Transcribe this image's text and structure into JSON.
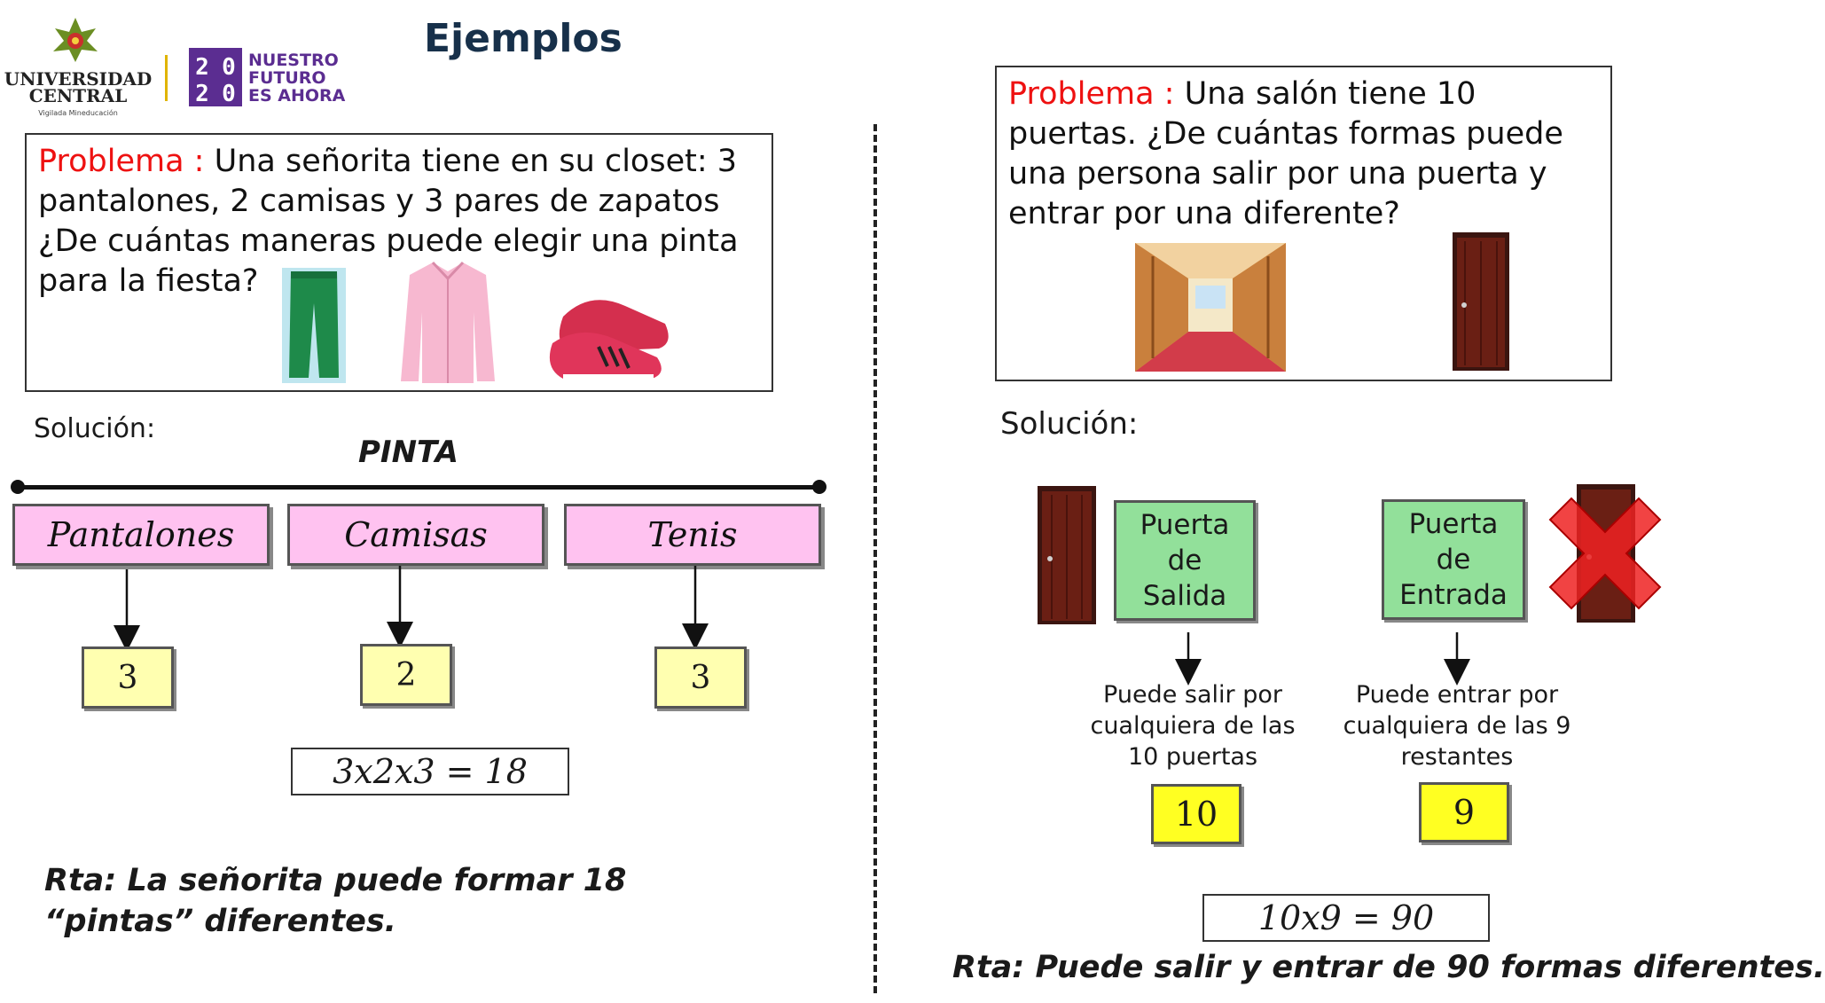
{
  "title": "Ejemplos",
  "logos": {
    "university_name_line1": "UNIVERSIDAD",
    "university_name_line2": "CENTRAL",
    "university_tagline": "Vigilada Mineducación",
    "badge_digits": [
      "2",
      "0",
      "2",
      "0"
    ],
    "badge_line1": "NUESTRO",
    "badge_line2": "FUTURO",
    "badge_line3": "ES AHORA"
  },
  "left": {
    "problem_label": "Problema :",
    "problem_text": " Una señorita tiene en su closet: 3 pantalones, 2 camisas y 3 pares de zapatos ¿De cuántas maneras puede elegir una pinta para la fiesta?",
    "solution_label": "Solución:",
    "line_label": "PINTA",
    "categories": [
      "Pantalones",
      "Camisas",
      "Tenis"
    ],
    "values": [
      "3",
      "2",
      "3"
    ],
    "formula": "3x2x3 = 18",
    "answer": "Rta: La señorita puede formar 18 “pintas” diferentes."
  },
  "right": {
    "problem_label": "Problema :",
    "problem_text": " Una salón tiene 10 puertas. ¿De cuántas formas puede una persona salir por una puerta y entrar por una diferente?",
    "solution_label": "Solución:",
    "exit_box": "Puerta de Salida",
    "entry_box": "Puerta de Entrada",
    "exit_note": "Puede salir por cualquiera de las 10 puertas",
    "entry_note": "Puede entrar por cualquiera de las 9 restantes",
    "exit_value": "10",
    "entry_value": "9",
    "formula": "10x9 = 90",
    "answer": "Rta: Puede salir y entrar de 90 formas diferentes."
  },
  "colors": {
    "accent_red": "#ee1111",
    "pink_box": "#ffc2f0",
    "light_yellow_box": "#ffffb0",
    "bright_yellow_box": "#ffff22",
    "green_box": "#92e09a",
    "title_color": "#17304a",
    "badge_purple": "#5b2d91"
  }
}
